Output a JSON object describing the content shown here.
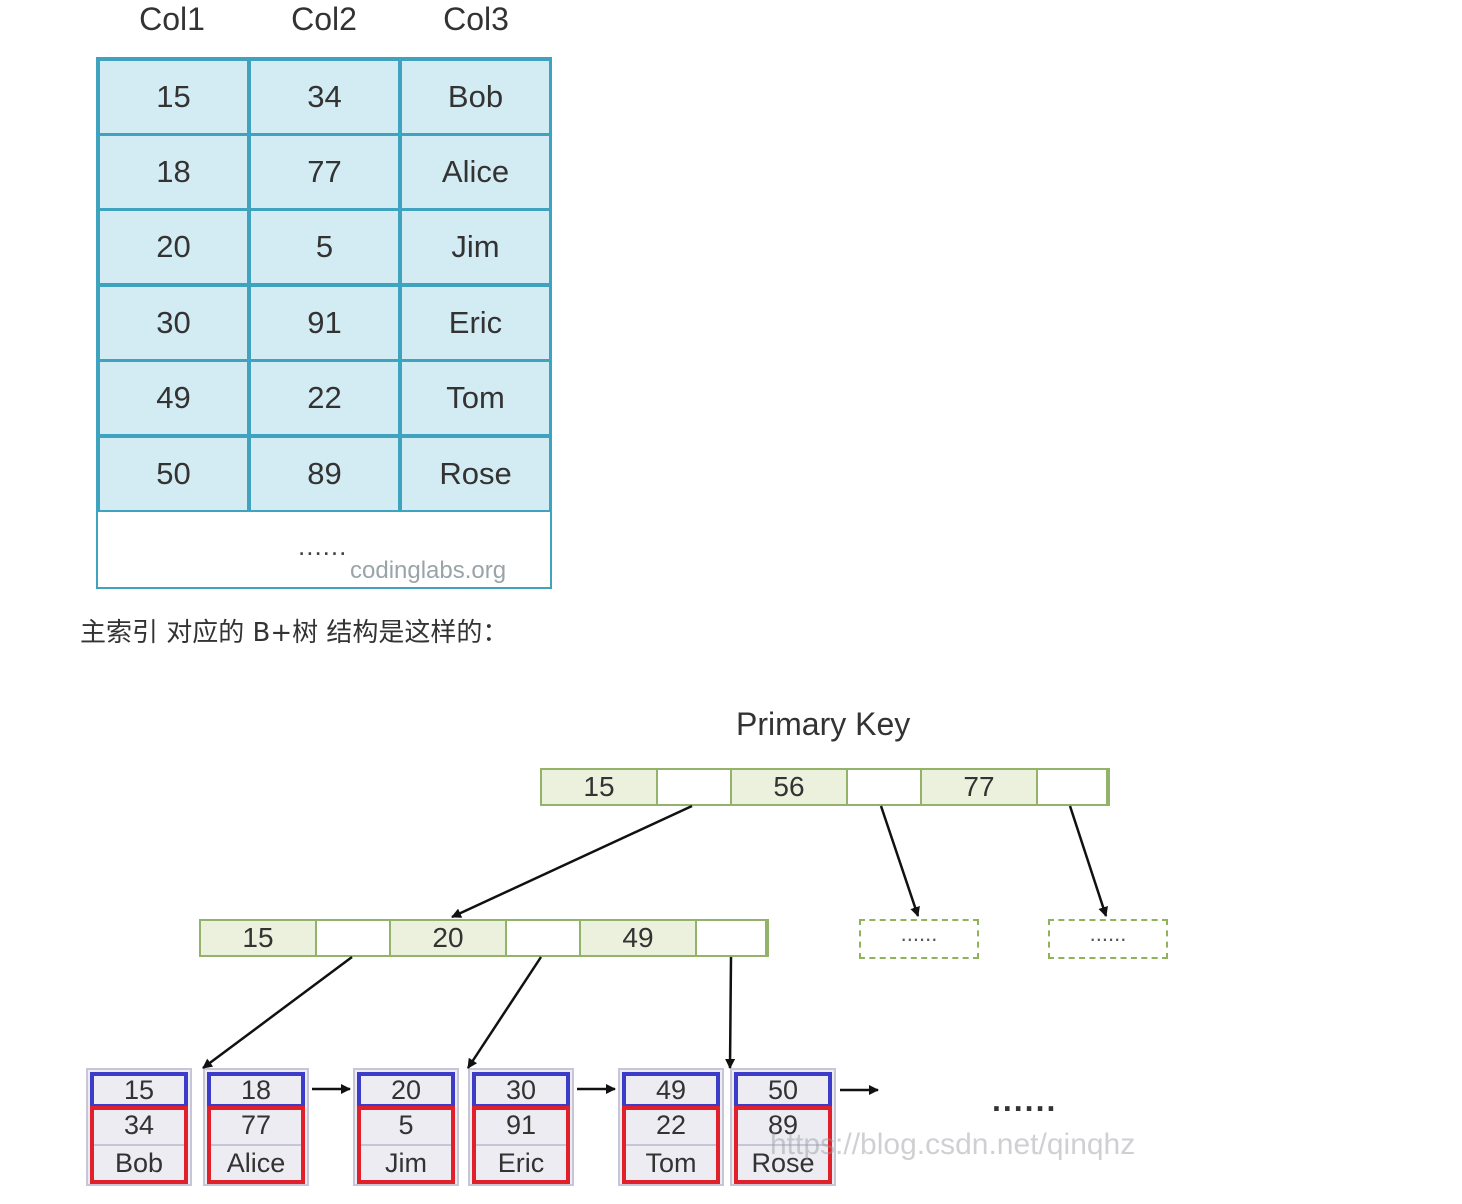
{
  "table": {
    "headers": [
      "Col1",
      "Col2",
      "Col3"
    ],
    "rows": [
      [
        "15",
        "34",
        "Bob"
      ],
      [
        "18",
        "77",
        "Alice"
      ],
      [
        "20",
        "5",
        "Jim"
      ],
      [
        "30",
        "91",
        "Eric"
      ],
      [
        "49",
        "22",
        "Tom"
      ],
      [
        "50",
        "89",
        "Rose"
      ]
    ],
    "ellipsis": "......",
    "watermark": "codinglabs.org"
  },
  "caption": "主索引 对应的 B+树 结构是这样的：",
  "tree": {
    "title": "Primary Key",
    "root_keys": [
      "15",
      "56",
      "77"
    ],
    "internal_keys": [
      "15",
      "20",
      "49"
    ],
    "placeholders": [
      "......",
      "......"
    ],
    "leaves": [
      {
        "key": "15",
        "col2": "34",
        "col3": "Bob"
      },
      {
        "key": "18",
        "col2": "77",
        "col3": "Alice"
      },
      {
        "key": "20",
        "col2": "5",
        "col3": "Jim"
      },
      {
        "key": "30",
        "col2": "91",
        "col3": "Eric"
      },
      {
        "key": "49",
        "col2": "22",
        "col3": "Tom"
      },
      {
        "key": "50",
        "col2": "89",
        "col3": "Rose"
      }
    ],
    "leaf_ellipsis": "......",
    "watermark": "https://blog.csdn.net/qinqhz"
  },
  "colors": {
    "table_fill": "#d3ebf2",
    "table_border": "#3fa3c0",
    "node_fill": "#ebf1dc",
    "node_border": "#93b36b",
    "leaf_key_border": "#3c3cc8",
    "leaf_data_border": "#e0202a"
  }
}
